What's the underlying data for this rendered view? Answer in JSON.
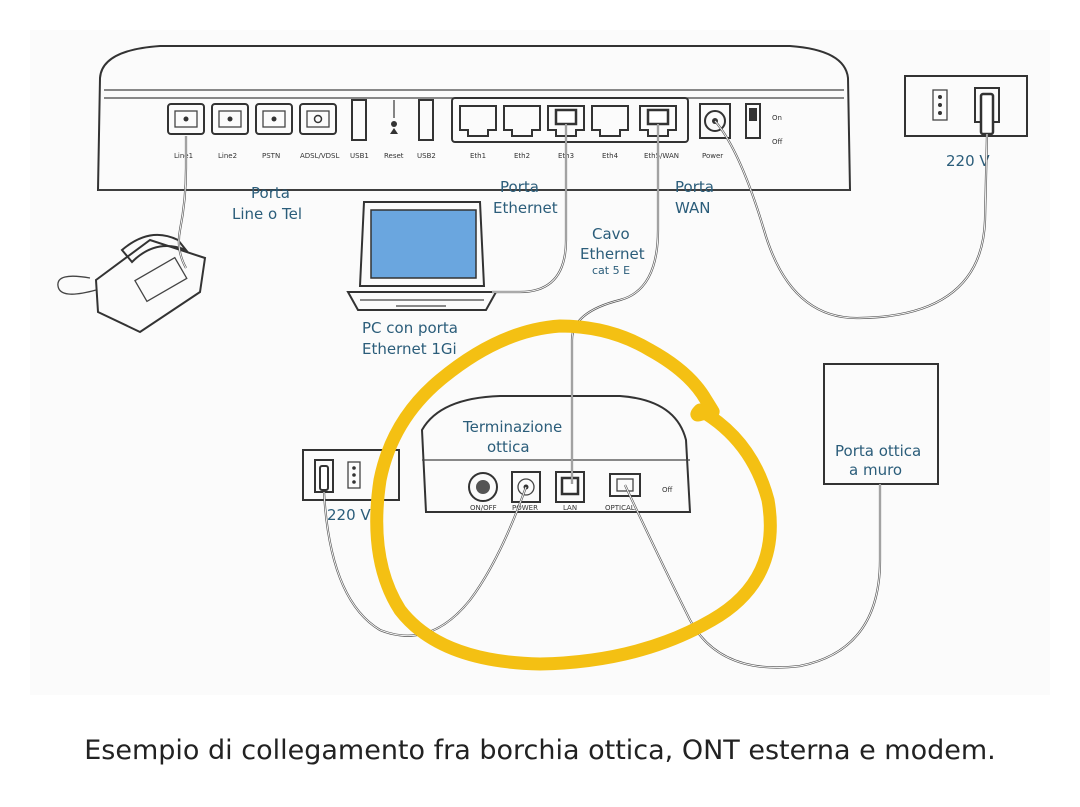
{
  "modem": {
    "ports": [
      "Line1",
      "Line2",
      "PSTN",
      "ADSL/VDSL",
      "USB1",
      "Reset",
      "USB2",
      "Eth1",
      "Eth2",
      "Eth3",
      "Eth4",
      "Eth5/WAN",
      "Power"
    ],
    "switch_on": "On",
    "switch_off": "Off"
  },
  "labels": {
    "porta_line_1": "Porta",
    "porta_line_2": "Line o Tel",
    "porta_eth_1": "Porta",
    "porta_eth_2": "Ethernet",
    "porta_wan_1": "Porta",
    "porta_wan_2": "WAN",
    "cavo_1": "Cavo",
    "cavo_2": "Ethernet",
    "cavo_3": "cat 5 E",
    "pc_1": "PC con porta",
    "pc_2": "Ethernet 1Gi",
    "outlet_top": "220 V",
    "outlet_left": "220 V",
    "ont_1": "Terminazione",
    "ont_2": "ottica",
    "wall_1": "Porta ottica",
    "wall_2": "a muro"
  },
  "ont": {
    "ports": [
      "ON/OFF",
      "POWER",
      "LAN",
      "OPTICAL"
    ],
    "off": "Off"
  },
  "highlight_color": "#f4c013",
  "caption": "Esempio di collegamento fra borchia ottica, ONT esterna e modem."
}
